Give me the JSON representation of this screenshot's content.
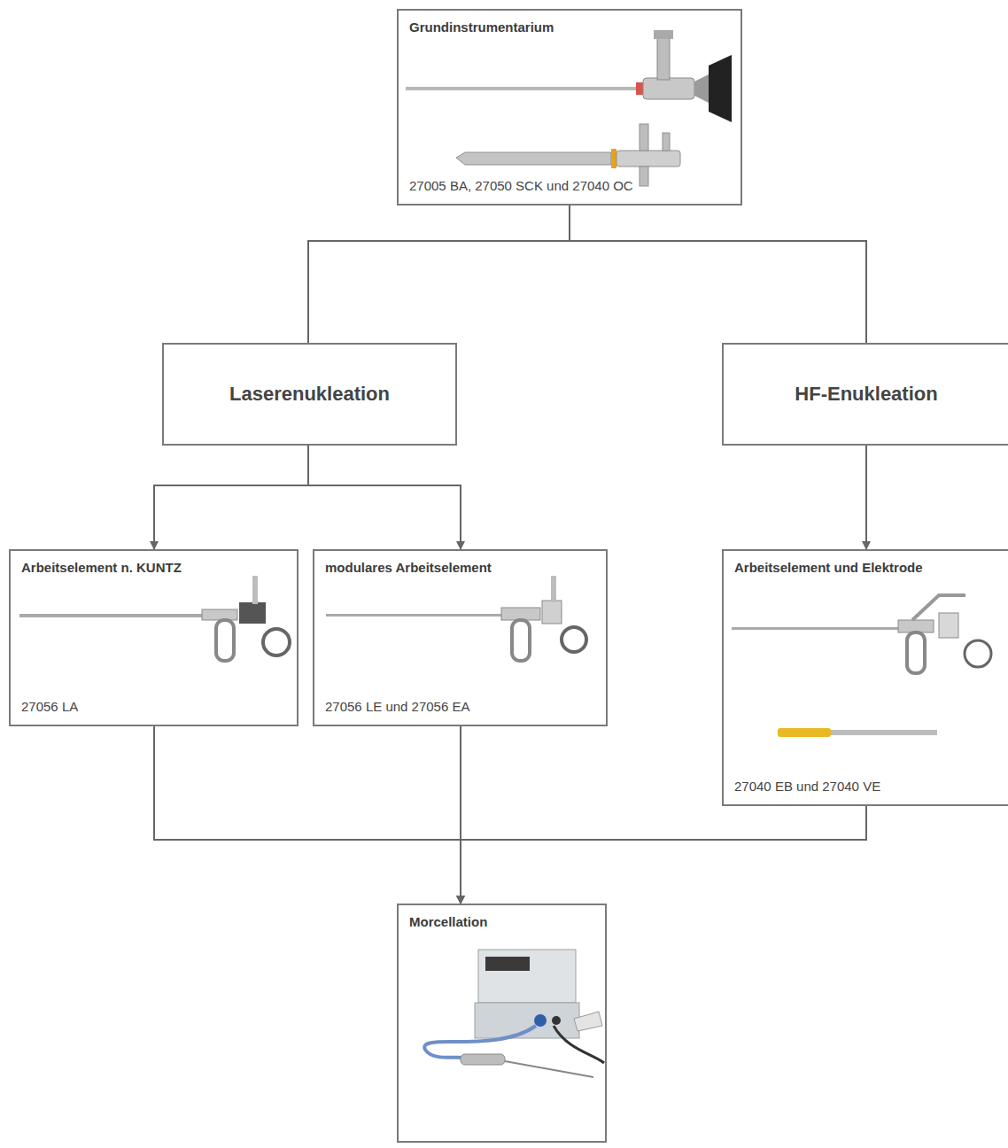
{
  "diagram": {
    "nodes": [
      {
        "text": [
          "Grundinstrumentarium",
          "27005 BA, 27050 SCK und 27040 OC"
        ]
      },
      {
        "text": [
          "Laserenukleation"
        ]
      },
      {
        "text": [
          "HF-Enukleation"
        ]
      },
      {
        "text": [
          "Arbeitselement n. KUNTZ",
          "27056 LA"
        ]
      },
      {
        "text": [
          "modulares Arbeitselement",
          "27056 LE und 27056 EA"
        ]
      },
      {
        "text": [
          "Arbeitselement und Elektrode",
          "27040 EB und 27040 VE"
        ]
      },
      {
        "text": [
          "Morcellation"
        ]
      }
    ],
    "edges": [
      {
        "from": 0,
        "to": 1,
        "arrow": "none"
      },
      {
        "from": 0,
        "to": 2,
        "arrow": "none"
      },
      {
        "from": 1,
        "to": 3,
        "arrow": "to"
      },
      {
        "from": 1,
        "to": 4,
        "arrow": "to"
      },
      {
        "from": 2,
        "to": 5,
        "arrow": "to"
      },
      {
        "from": 3,
        "to": 6,
        "arrow": "to"
      },
      {
        "from": 4,
        "to": 6,
        "arrow": "to"
      },
      {
        "from": 5,
        "to": 6,
        "arrow": "to"
      }
    ]
  }
}
